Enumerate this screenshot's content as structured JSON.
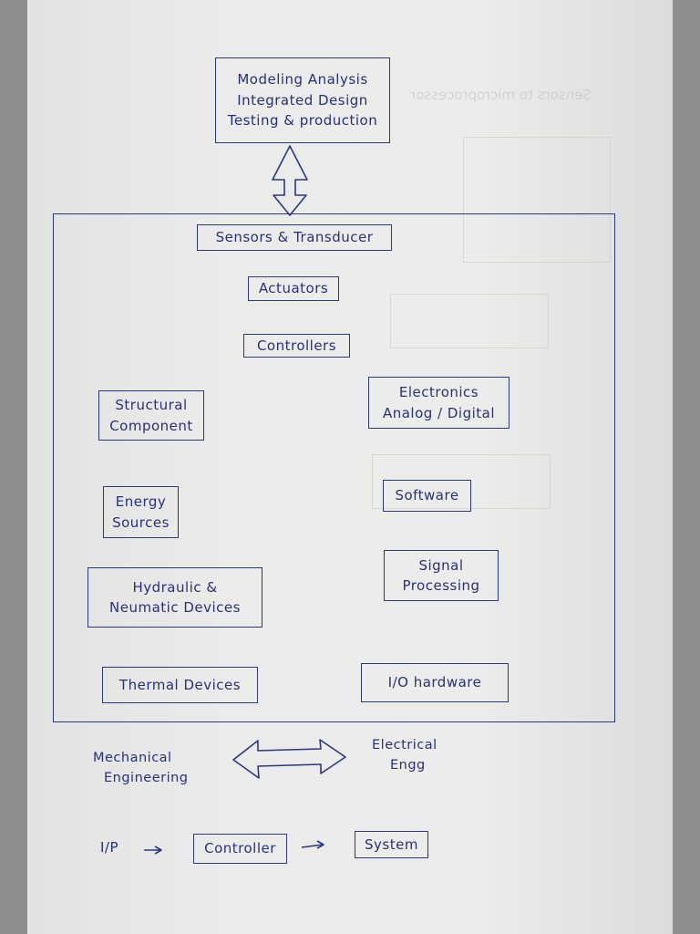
{
  "top_box": {
    "line1": "Modeling Analysis",
    "line2": "Integrated Design",
    "line3": "Testing & production"
  },
  "center_boxes": {
    "sensors": "Sensors & Transducer",
    "actuators": "Actuators",
    "controllers": "Controllers"
  },
  "left_boxes": {
    "structural_1": "Structural",
    "structural_2": "Component",
    "energy_1": "Energy",
    "energy_2": "Sources",
    "hydraulic_1": "Hydraulic &",
    "hydraulic_2": "Neumatic Devices",
    "thermal": "Thermal Devices"
  },
  "right_boxes": {
    "electronics_1": "Electronics",
    "electronics_2": "Analog / Digital",
    "software": "Software",
    "signal_1": "Signal",
    "signal_2": "Processing",
    "io": "I/O  hardware"
  },
  "bottom": {
    "mechanical_1": "Mechanical",
    "mechanical_2": "Engineering",
    "electrical_1": "Electrical",
    "electrical_2": "Engg",
    "input": "I/P",
    "controller": "Controller",
    "system": "System"
  },
  "ink_color": "#28307e"
}
